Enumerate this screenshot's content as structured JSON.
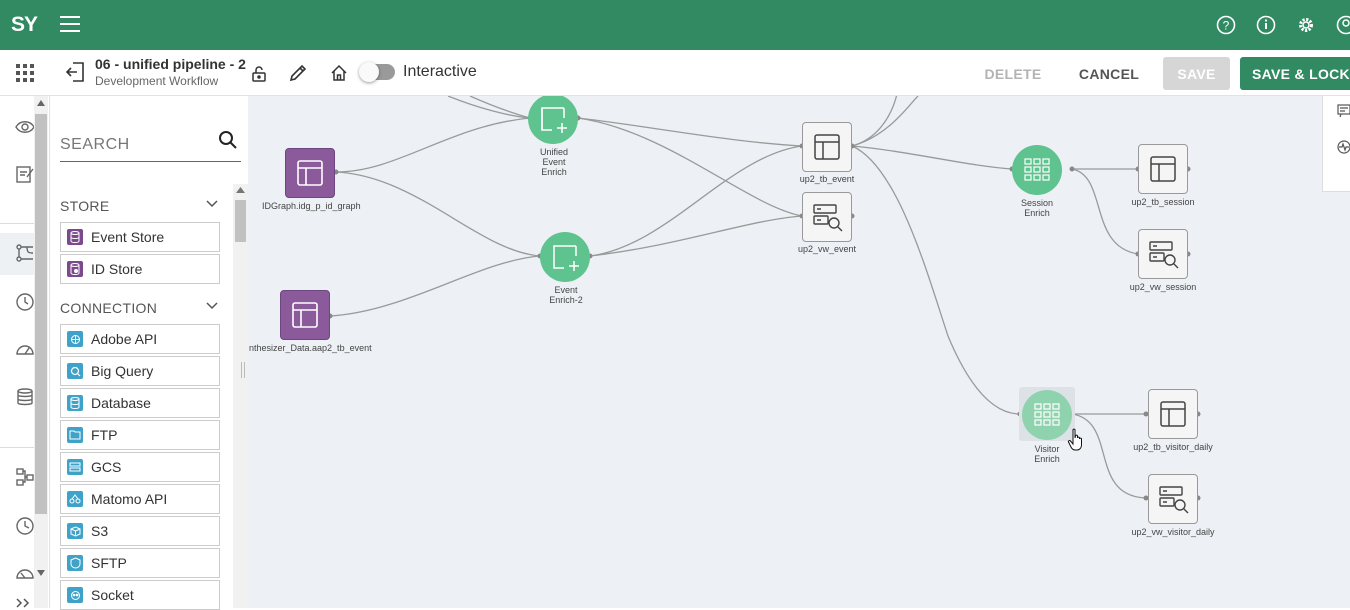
{
  "app": {
    "logo": "SY"
  },
  "toolbar": {
    "title": "06 - unified pipeline - 2",
    "subtitle": "Development Workflow",
    "interactive_label": "Interactive",
    "delete_label": "DELETE",
    "cancel_label": "CANCEL",
    "save_label": "SAVE",
    "save_lock_label": "SAVE & LOCK"
  },
  "panel": {
    "search_placeholder": "SEARCH",
    "store": {
      "title": "STORE",
      "items": [
        {
          "label": "Event Store",
          "icon": "database-icon"
        },
        {
          "label": "ID Store",
          "icon": "database-id-icon"
        }
      ]
    },
    "connection": {
      "title": "CONNECTION",
      "items": [
        {
          "label": "Adobe API",
          "icon": "api-icon"
        },
        {
          "label": "Big Query",
          "icon": "bigquery-icon"
        },
        {
          "label": "Database",
          "icon": "database-icon"
        },
        {
          "label": "FTP",
          "icon": "ftp-icon"
        },
        {
          "label": "GCS",
          "icon": "gcs-icon"
        },
        {
          "label": "Matomo API",
          "icon": "matomo-icon"
        },
        {
          "label": "S3",
          "icon": "s3-icon"
        },
        {
          "label": "SFTP",
          "icon": "sftp-icon"
        },
        {
          "label": "Socket",
          "icon": "socket-icon"
        }
      ]
    }
  },
  "canvas": {
    "nodes": {
      "idgraph": "IDGraph.idg_p_id_graph",
      "synth": "nthesizer_Data.aap2_tb_event",
      "unified_l1": "Unified",
      "unified_l2": "Event",
      "unified_l3": "Enrich",
      "enrich2_l1": "Event",
      "enrich2_l2": "Enrich-2",
      "tb_event": "up2_tb_event",
      "vw_event": "up2_vw_event",
      "session_l1": "Session",
      "session_l2": "Enrich",
      "tb_session": "up2_tb_session",
      "vw_session": "up2_vw_session",
      "visitor_l1": "Visitor",
      "visitor_l2": "Enrich",
      "tb_visitor": "up2_tb_visitor_daily",
      "vw_visitor": "up2_vw_visitor_daily"
    }
  },
  "colors": {
    "primary": "#318a62",
    "node_purple": "#8a5a9a",
    "node_green": "#5ec38e",
    "canvas_bg": "#edf1f5"
  }
}
